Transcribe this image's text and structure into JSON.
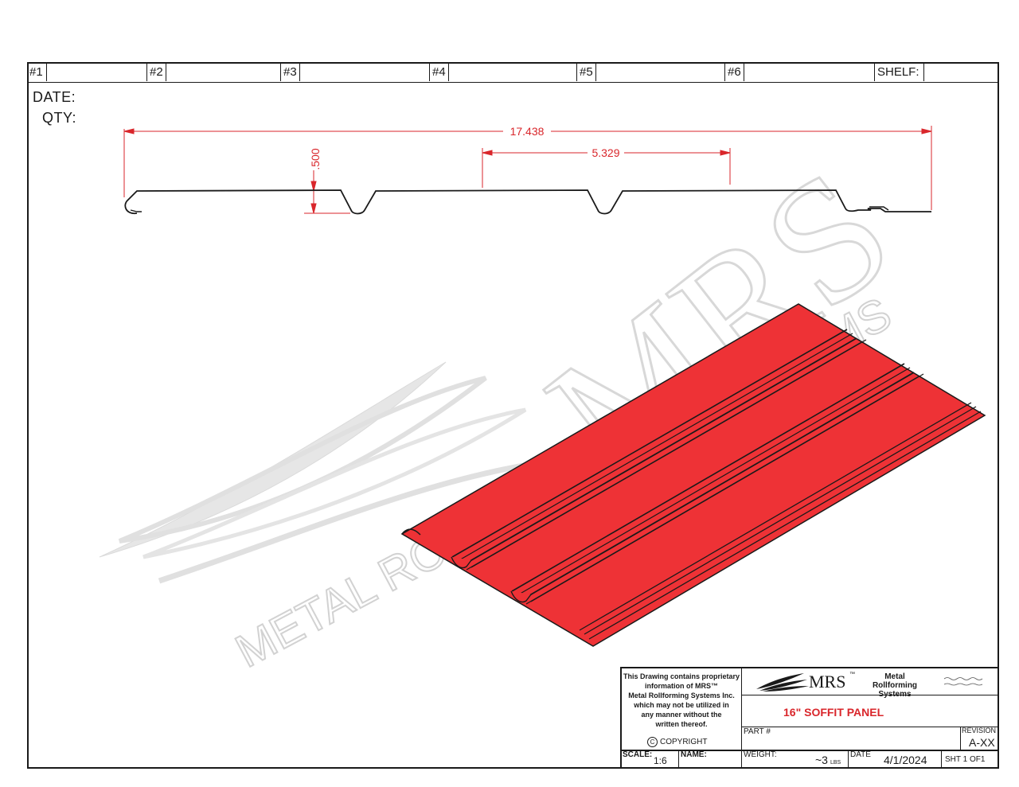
{
  "slots": [
    "#1",
    "#2",
    "#3",
    "#4",
    "#5",
    "#6",
    "SHELF:"
  ],
  "header": {
    "date_label": "DATE:",
    "qty_label": "QTY:"
  },
  "dimensions": {
    "overall": "17.438",
    "pitch": "5.329",
    "rib_height": ".500"
  },
  "watermark": {
    "brand": "MRS",
    "tagline": "METAL ROLLFORMING SYSTEMS"
  },
  "title_block": {
    "notice_lines": [
      "This Drawing contains proprietary",
      "information of MRS™",
      "Metal Rollforming Systems Inc.",
      "which may not be utilized in",
      "any manner without the",
      "written thereof."
    ],
    "copyright": "COPYRIGHT",
    "copyright_symbol": "C",
    "logo_text": "MRS",
    "logo_tm": "™",
    "company_line1": "Metal Rollforming",
    "company_line2": "Systems",
    "part_title": "16\" SOFFIT PANEL",
    "part_label": "PART #",
    "revision_label": "REVISION",
    "revision": "A-XX",
    "scale_label": "SCALE:",
    "scale": "1:6",
    "name_label": "NAME:",
    "weight_label": "WEIGHT:",
    "weight": "~3",
    "weight_unit": "LBS",
    "date_label": "DATE",
    "date": "4/1/2024",
    "sheet": "SHT 1 OF1"
  },
  "colors": {
    "panel": "#ee3236",
    "dimension": "#d9262b",
    "line": "#1a1a1a",
    "watermark": "#e4e4e4"
  }
}
